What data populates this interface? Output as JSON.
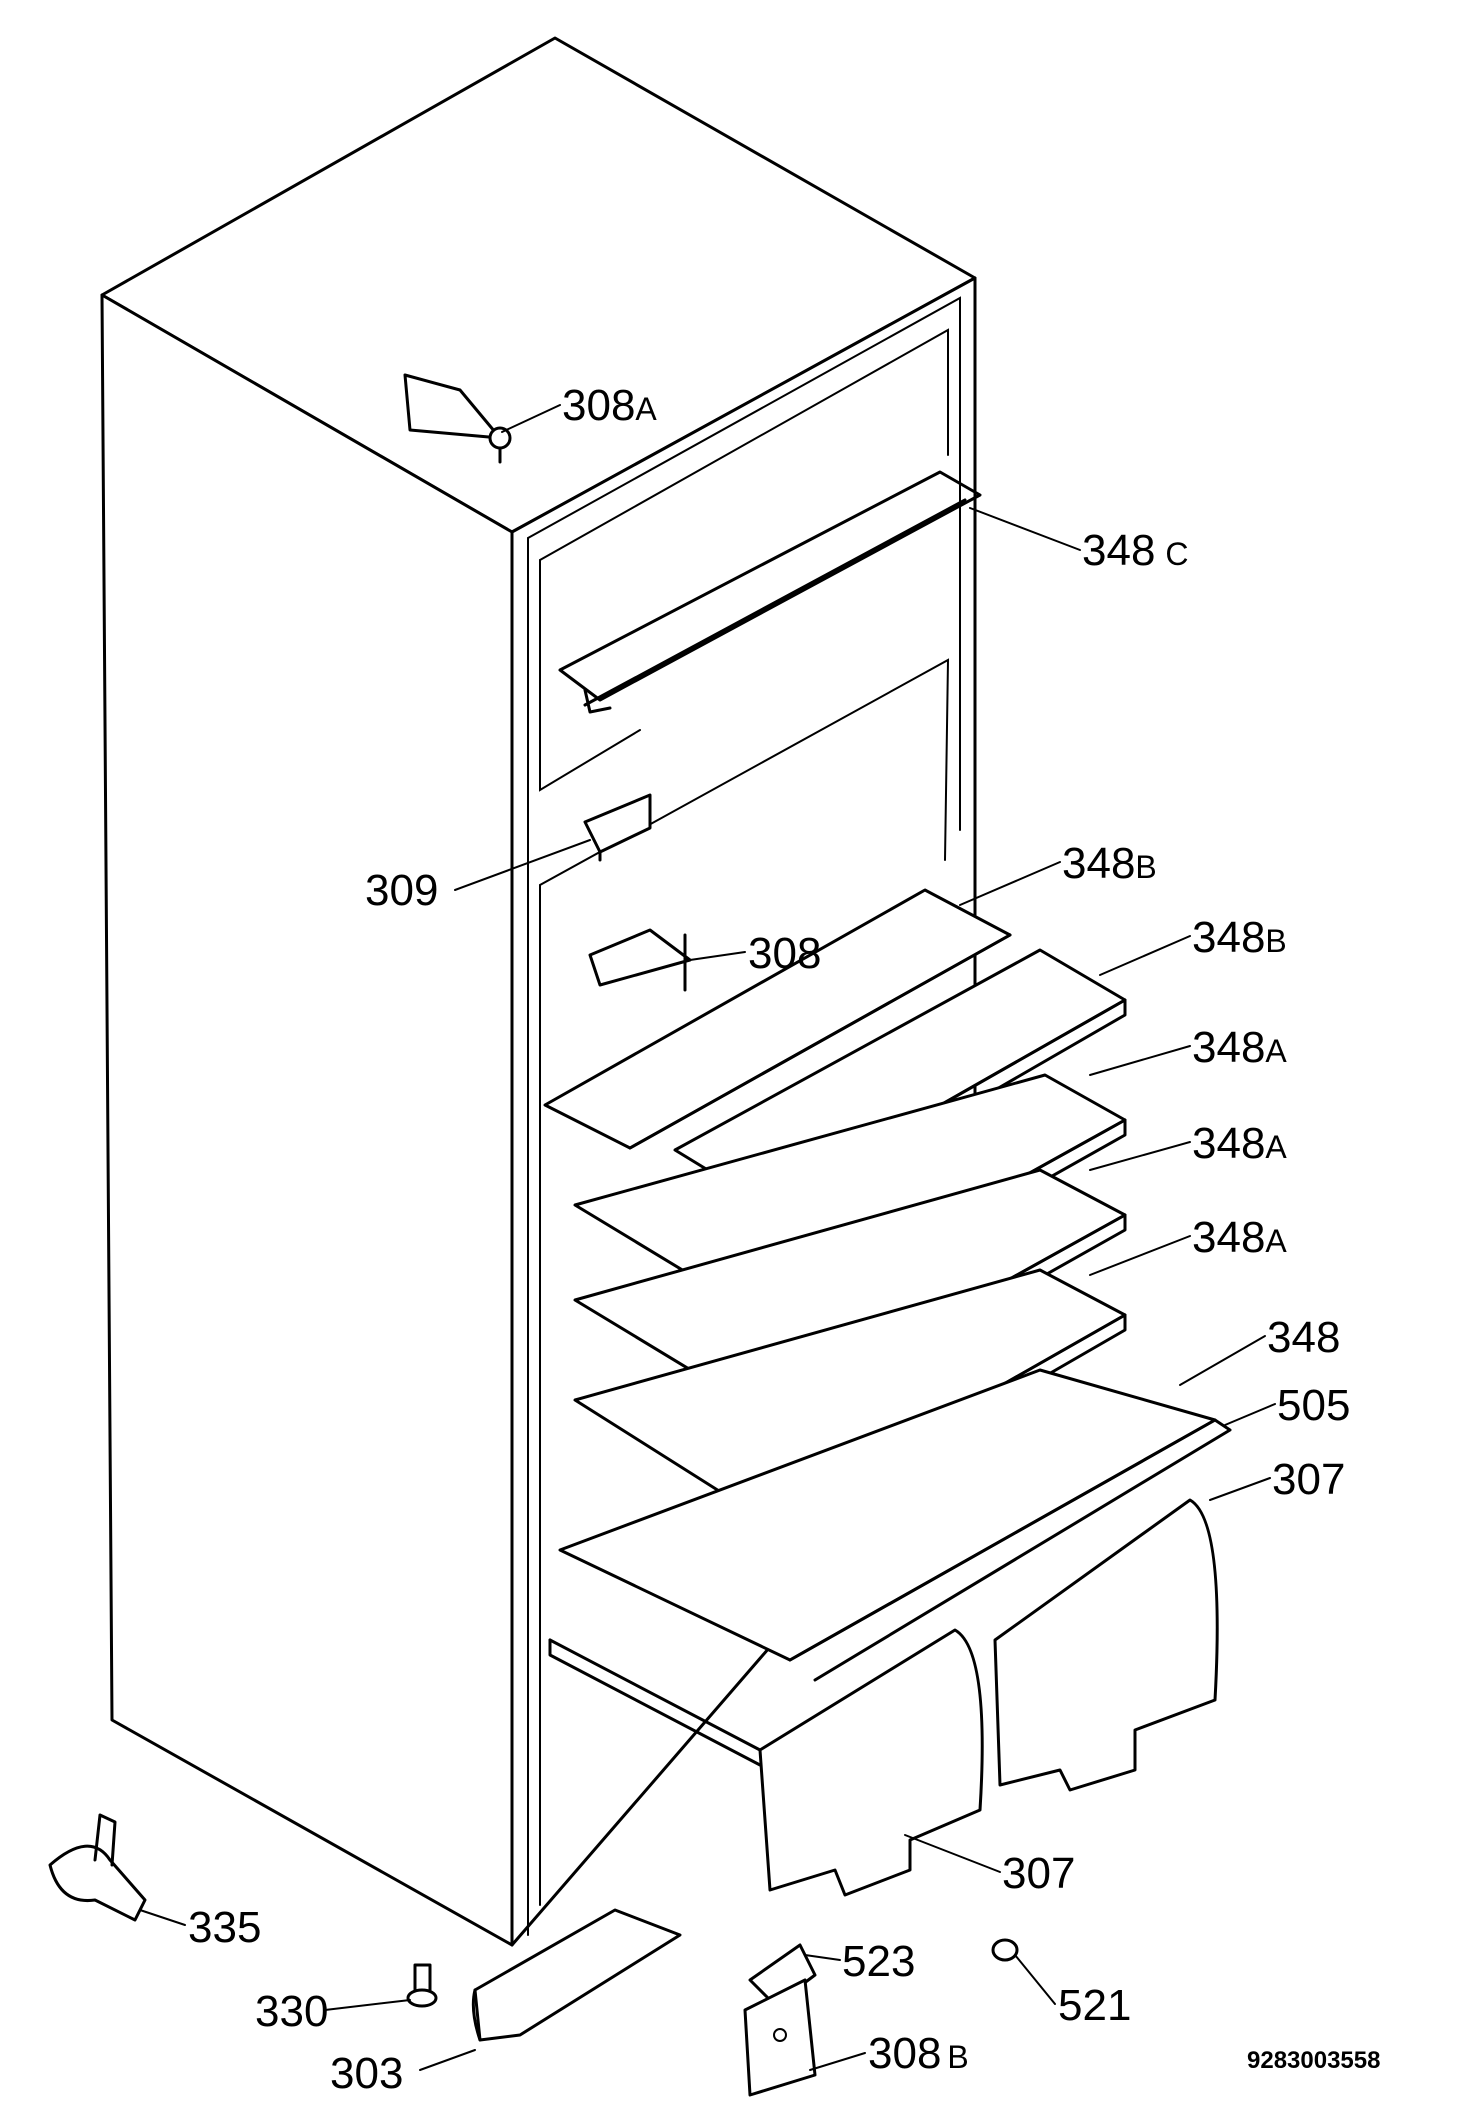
{
  "callouts": {
    "c308A": {
      "num": "308",
      "suffix": "A"
    },
    "c348C": {
      "num": "348",
      "suffix": "C"
    },
    "c309": {
      "num": "309",
      "suffix": ""
    },
    "c348B_1": {
      "num": "348",
      "suffix": "B"
    },
    "c308": {
      "num": "308",
      "suffix": ""
    },
    "c348B_2": {
      "num": "348",
      "suffix": "B"
    },
    "c348A_1": {
      "num": "348",
      "suffix": "A"
    },
    "c348A_2": {
      "num": "348",
      "suffix": "A"
    },
    "c348A_3": {
      "num": "348",
      "suffix": "A"
    },
    "c348": {
      "num": "348",
      "suffix": ""
    },
    "c505": {
      "num": "505",
      "suffix": ""
    },
    "c307_top": {
      "num": "307",
      "suffix": ""
    },
    "c307_bot": {
      "num": "307",
      "suffix": ""
    },
    "c335": {
      "num": "335",
      "suffix": ""
    },
    "c330": {
      "num": "330",
      "suffix": ""
    },
    "c523": {
      "num": "523",
      "suffix": ""
    },
    "c521": {
      "num": "521",
      "suffix": ""
    },
    "c308B": {
      "num": "308",
      "suffix": "B"
    },
    "c303": {
      "num": "303",
      "suffix": ""
    }
  },
  "document_id": "9283003558"
}
